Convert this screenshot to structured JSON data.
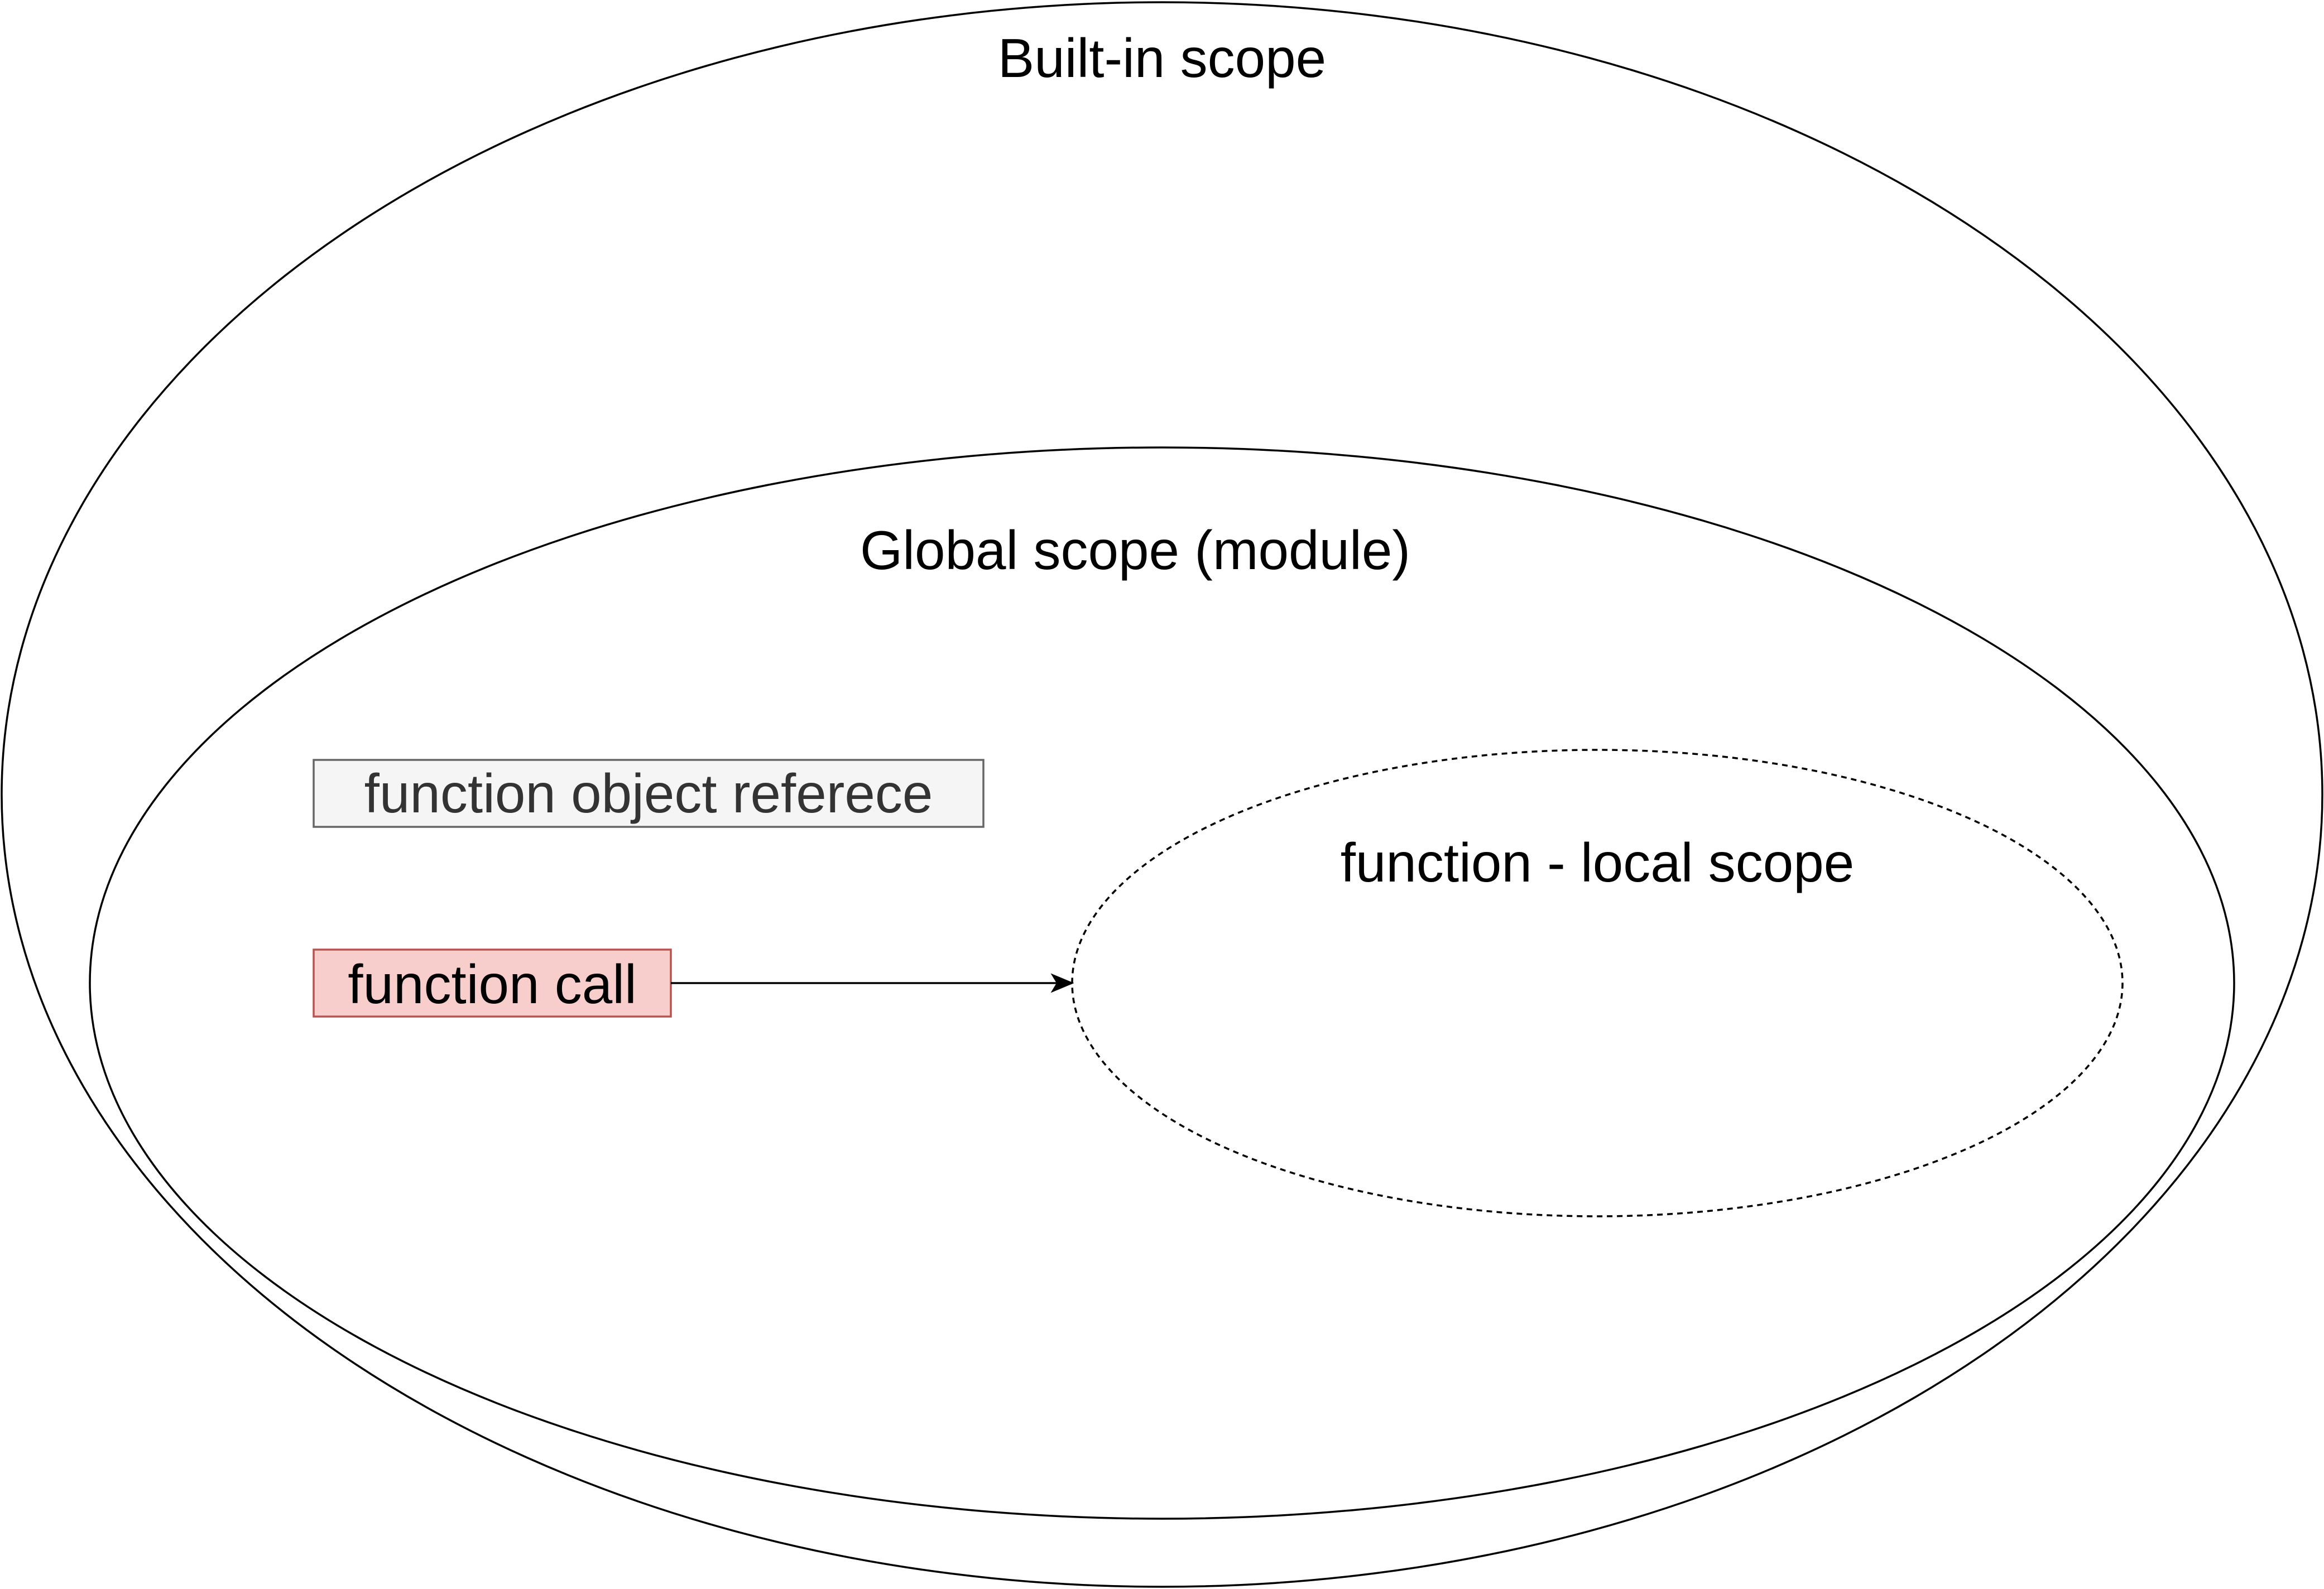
{
  "diagram": {
    "builtin_scope": {
      "label": "Built-in scope"
    },
    "global_scope": {
      "label": "Global scope (module)"
    },
    "local_scope": {
      "label": "function -  local scope"
    },
    "function_reference": {
      "label": "function object referece",
      "fill": "#f5f5f5",
      "stroke": "#666666"
    },
    "function_call": {
      "label": "function call",
      "fill": "#f8cecc",
      "stroke": "#b85450"
    },
    "connector": {
      "from": "function call",
      "to": "function -  local scope"
    }
  }
}
